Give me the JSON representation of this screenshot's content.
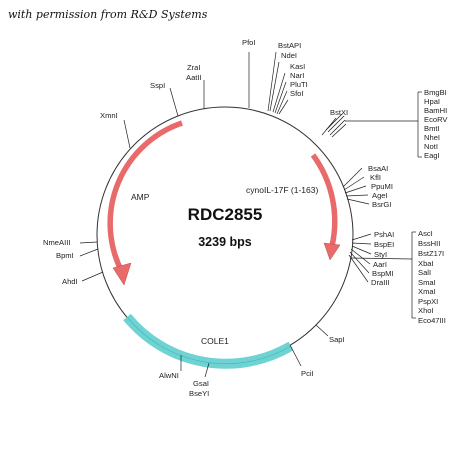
{
  "credit": "with permission from R&D Systems",
  "plasmid": {
    "name": "RDC2855",
    "size": "3239 bps"
  },
  "features": {
    "amp": "AMP",
    "insert": "cynoIL-17F (1-163)",
    "ori": "COLE1"
  },
  "sites": {
    "pfol": "PfoI",
    "bstapi": "BstAPI",
    "ndei": "NdeI",
    "kasi": "KasI",
    "nari": "NarI",
    "pluti": "PluTI",
    "sfoi": "SfoI",
    "zrai": "ZraI",
    "aatii": "AatII",
    "sspi": "SspI",
    "xmni": "XmnI",
    "bstxi": "BstXI",
    "bmgbi": "BmgBI",
    "hpai": "HpaI",
    "bamhi": "BamHI",
    "ecorv": "EcoRV",
    "bmti": "BmtI",
    "nhei": "NheI",
    "noti": "NotI",
    "eagi": "EagI",
    "bsaai": "BsaAI",
    "kfli": "KflI",
    "ppumi": "PpuMI",
    "agei": "AgeI",
    "bsrgi": "BsrGI",
    "pshai": "PshAI",
    "bspei": "BspEI",
    "styi": "StyI",
    "aari": "AarI",
    "bspmi": "BspMI",
    "draiii": "DraIII",
    "asci": "AscI",
    "bsshii": "BssHII",
    "bstz17i": "BstZ17I",
    "xbai": "XbaI",
    "sali": "SalI",
    "smai": "SmaI",
    "xmai": "XmaI",
    "pspxi": "PspXI",
    "xhoi": "XhoI",
    "eco47iii": "Eco47III",
    "sapi": "SapI",
    "pcii": "PciI",
    "gsai": "GsaI",
    "bseyi": "BseYI",
    "alwni": "AlwNI",
    "nmeaiii": "NmeAIII",
    "bpmi": "BpmI",
    "ahdi": "AhdI"
  },
  "colors": {
    "amp_arrow": "#e86a6a",
    "insert_arrow": "#e86a6a",
    "ori_arc": "#6fd3d3",
    "backbone": "#333333"
  }
}
